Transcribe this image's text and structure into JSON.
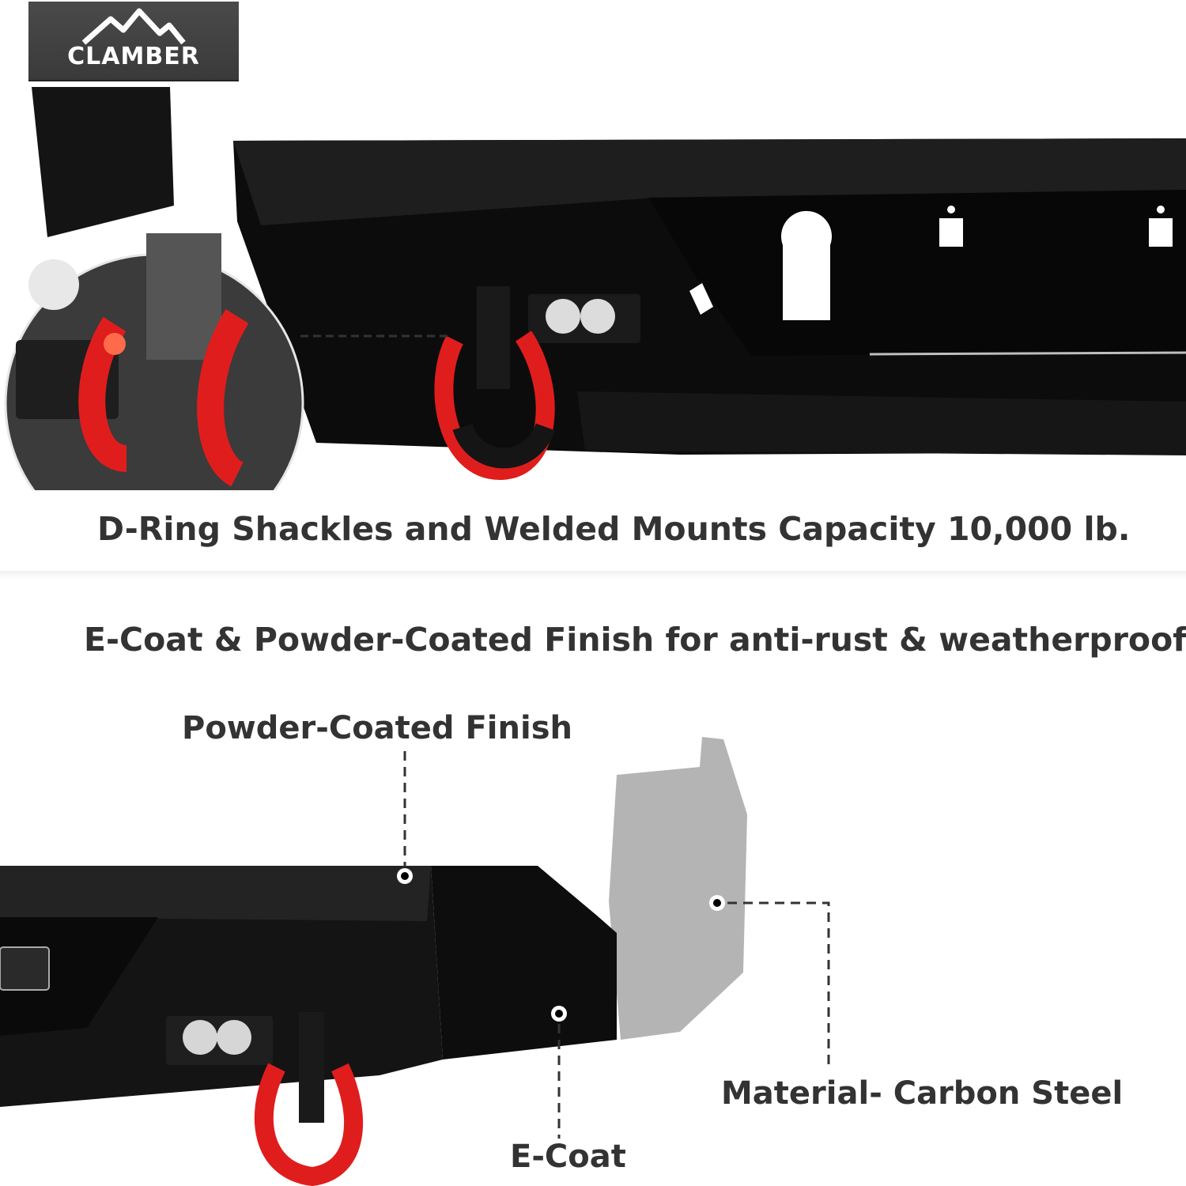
{
  "brand": {
    "name": "CLAMBER"
  },
  "panels": {
    "top": {
      "headline": "D-Ring Shackles and Welded Mounts  Capacity 10,000 lb."
    },
    "bottom": {
      "headline": "E-Coat & Powder-Coated Finish for anti-rust & weatherproof.",
      "callouts": [
        {
          "label": "Powder-Coated Finish"
        },
        {
          "label": "E-Coat"
        },
        {
          "label": "Material- Carbon Steel"
        }
      ]
    }
  },
  "colors": {
    "bumper_black": "#0b0b0b",
    "shackle_red": "#e01d1d",
    "text_gray": "#333333",
    "steel_gray": "#b4b4b4",
    "logo_bg": "#404040"
  }
}
